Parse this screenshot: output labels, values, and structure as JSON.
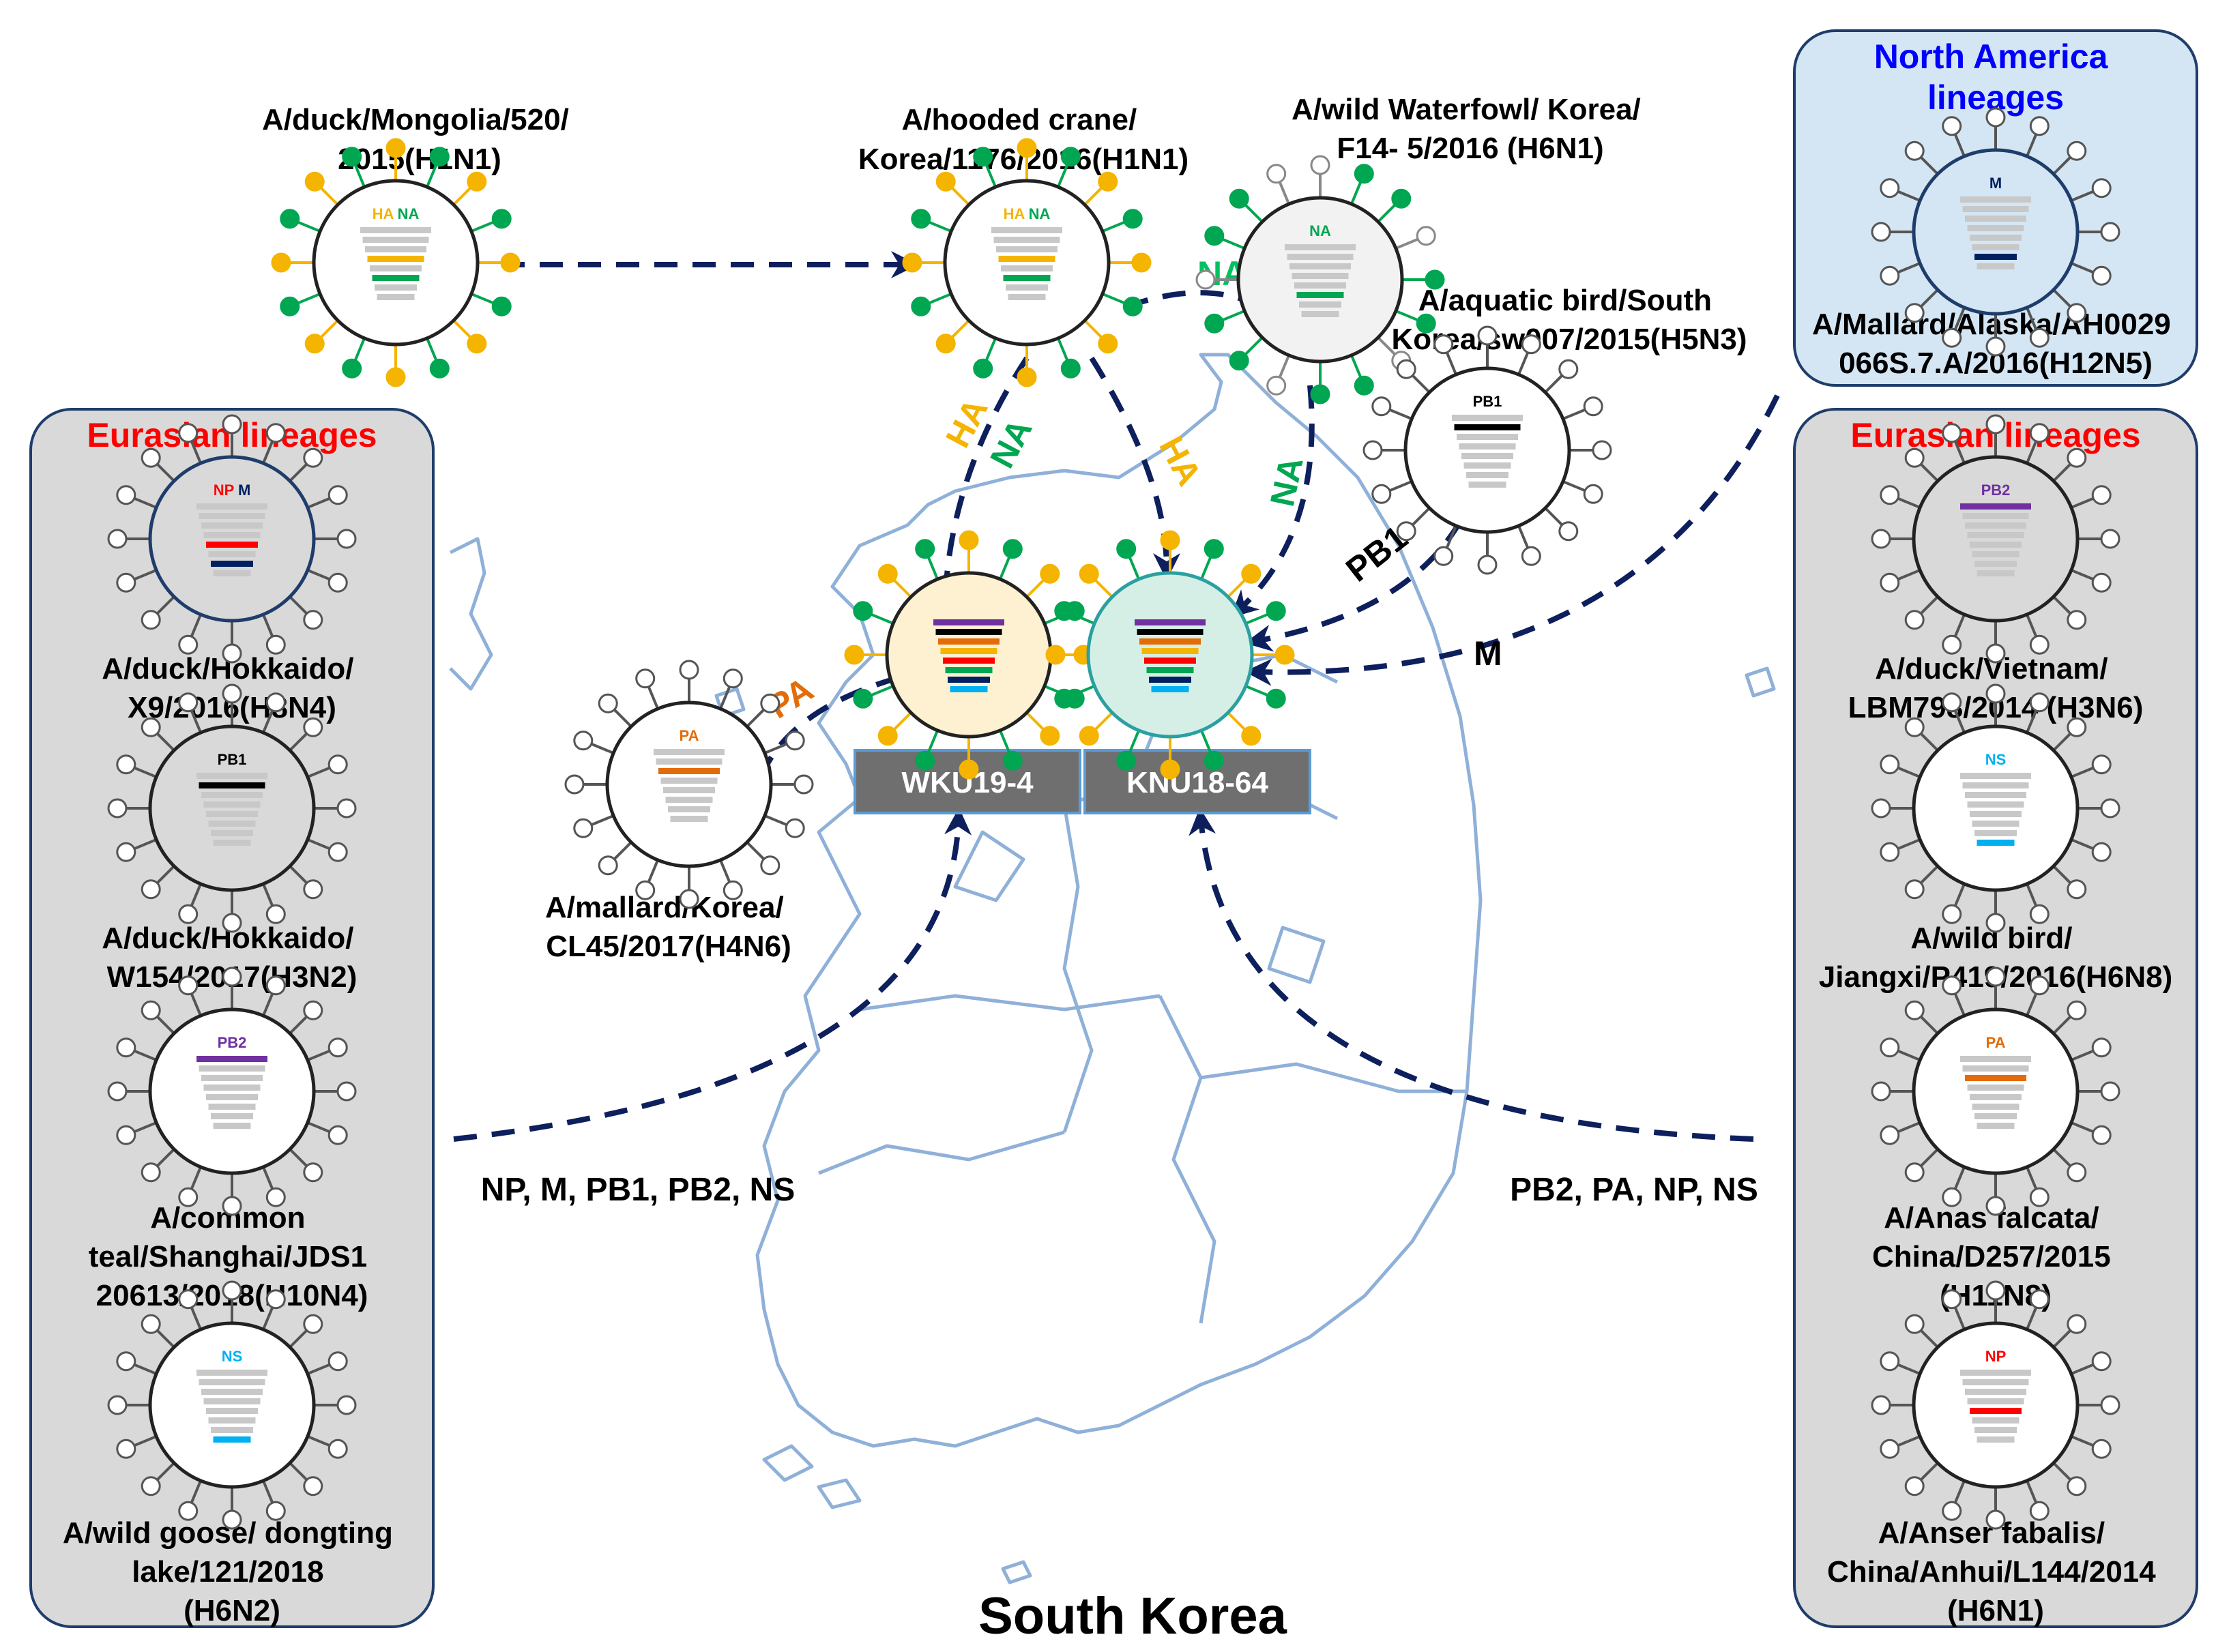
{
  "title": "South Korea",
  "left_panel": {
    "heading": "Eurasian lineages",
    "strains": [
      {
        "lines": [
          "A/duck/Hokkaido/",
          "X9/2016(H8N4)"
        ],
        "segments": [
          "NP",
          "M"
        ]
      },
      {
        "lines": [
          "A/duck/Hokkaido/",
          "W154/2017(H3N2)"
        ],
        "segments": [
          "PB1"
        ]
      },
      {
        "lines": [
          "A/common",
          "teal/Shanghai/JDS1",
          "20613/2018(H10N4)"
        ],
        "segments": [
          "PB2"
        ]
      },
      {
        "lines": [
          "A/wild  goose/ dongting",
          "lake/121/2018",
          "(H6N2)"
        ],
        "segments": [
          "NS"
        ]
      }
    ]
  },
  "right_top_panel": {
    "heading_lines": [
      "North America",
      "lineages"
    ],
    "strain": {
      "lines": [
        "A/Mallard/Alaska/AH0029",
        "066S.7.A/2016(H12N5)"
      ],
      "segments": [
        "M"
      ]
    }
  },
  "right_panel": {
    "heading": "Eurasian lineages",
    "strains": [
      {
        "lines": [
          "A/duck/Vietnam/",
          "LBM798/2014 (H3N6)"
        ],
        "segments": [
          "PB2"
        ]
      },
      {
        "lines": [
          "A/wild bird/",
          "Jiangxi/P419/2016(H6N8)"
        ],
        "segments": [
          "NS"
        ]
      },
      {
        "lines": [
          "A/Anas falcata/",
          "China/D257/2015",
          "(H11N8)"
        ],
        "segments": [
          "PA"
        ]
      },
      {
        "lines": [
          "A/Anser fabalis/",
          "China/Anhui/L144/2014",
          "(H6N1)"
        ],
        "segments": [
          "NP"
        ]
      }
    ]
  },
  "top_strains": [
    {
      "id": "mongolia",
      "lines": [
        "A/duck/Mongolia/520/",
        "2015(H1N1)"
      ],
      "segments": [
        "HA",
        "NA"
      ]
    },
    {
      "id": "crane",
      "lines": [
        "A/hooded crane/",
        "Korea/1176/2016(H1N1)"
      ],
      "segments": [
        "HA",
        "NA"
      ]
    },
    {
      "id": "waterfowl",
      "lines": [
        "A/wild  Waterfowl/ Korea/",
        "F14- 5/2016 (H6N1)"
      ],
      "segments": [
        "NA"
      ]
    },
    {
      "id": "aquatic",
      "lines": [
        "A/aquatic bird/South",
        "Korea/sw007/2015(H5N3)"
      ],
      "segments": [
        "PB1"
      ]
    },
    {
      "id": "mallard",
      "lines": [
        "A/mallard/Korea/",
        "CL45/2017(H4N6)"
      ],
      "segments": [
        "PA"
      ]
    }
  ],
  "reassortants": [
    "WKU19-4",
    "KNU18-64"
  ],
  "arrow_labels": {
    "na_top": "NA",
    "ha_left": "HA",
    "na_left": "NA",
    "ha_mid": "HA",
    "na_right": "NA",
    "pb1": "PB1",
    "m": "M",
    "pa": "PA"
  },
  "bottom_labels": {
    "left": "NP, M, PB1, PB2, NS",
    "right": "PB2, PA, NP, NS"
  },
  "colors": {
    "HA": "#f4b400",
    "NA": "#00a651",
    "PB2": "#7030a0",
    "PB1": "#000000",
    "PA": "#e36c09",
    "NP": "#ff0000",
    "M": "#002060",
    "NS": "#00b0f0",
    "eurasian_heading": "#ff0000",
    "na_heading": "#0000ff",
    "arrow": "#0d1f5c",
    "panel_gray": "#d9d9d9",
    "panel_blue": "#d4e6f4",
    "map_line": "#8fb0d8",
    "label_box": "#6f6f6f"
  }
}
